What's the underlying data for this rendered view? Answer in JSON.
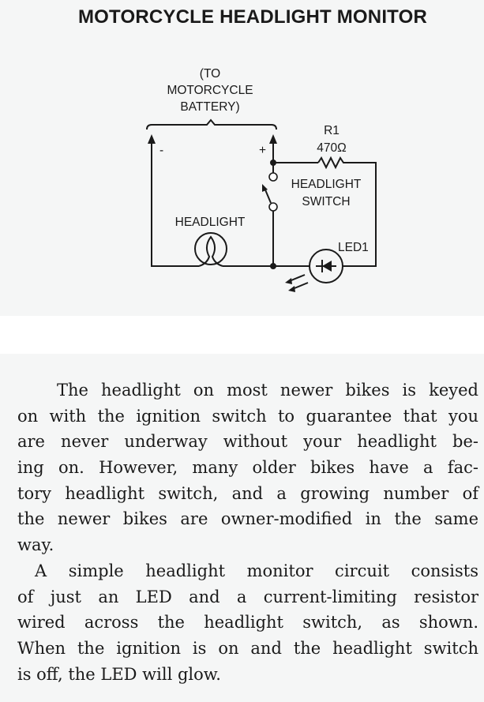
{
  "title": "MOTORCYCLE HEADLIGHT MONITOR",
  "diagram": {
    "battery_label": [
      "(TO",
      "MOTORCYCLE",
      "BATTERY)"
    ],
    "minus": "-",
    "plus": "+",
    "resistor_name": "R1",
    "resistor_value": "470Ω",
    "switch_label": [
      "HEADLIGHT",
      "SWITCH"
    ],
    "headlight_label": "HEADLIGHT",
    "led_label": "LED1"
  },
  "body": {
    "paragraphs": [
      [
        "The headlight on most newer bikes is keyed",
        "on with the ignition switch to guarantee that you",
        "are never underway without your headlight be-",
        "ing on. However, many older bikes have a fac-",
        "tory headlight switch, and a growing number of",
        "the newer bikes are owner-modified in the same",
        "way."
      ],
      [
        "A simple headlight monitor circuit consists",
        "of just an LED and a current-limiting resistor",
        "wired across the headlight switch, as shown.",
        "When the ignition is on and the headlight switch",
        "is off, the LED will glow."
      ]
    ]
  }
}
